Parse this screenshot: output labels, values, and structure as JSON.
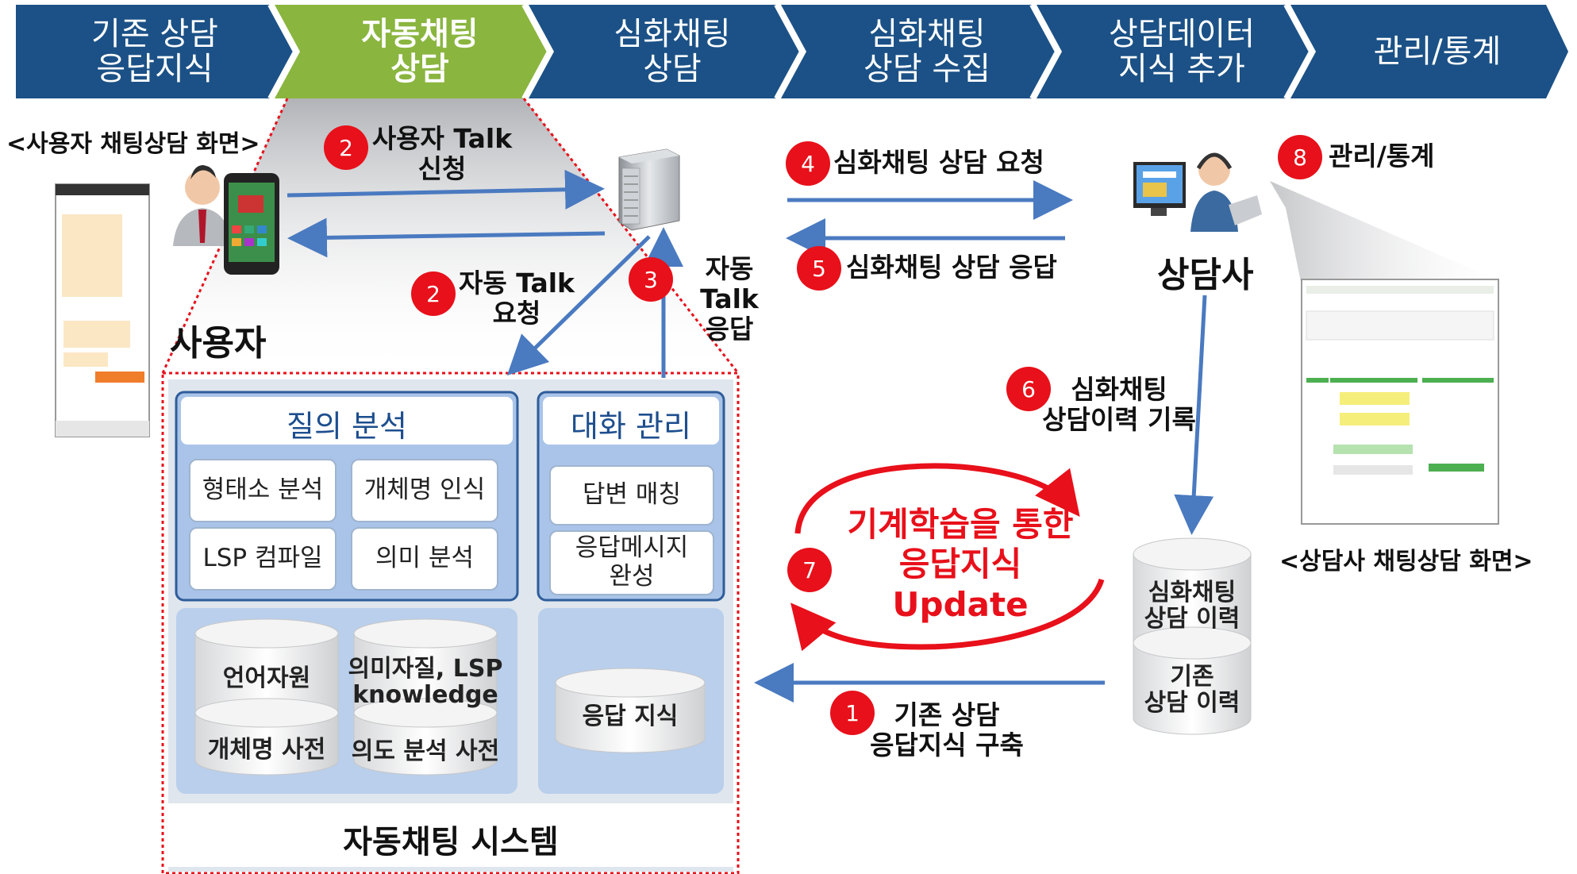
{
  "process_steps": [
    {
      "label": "기존 상담\n응답지식",
      "highlighted": false
    },
    {
      "label": "자동채팅\n상담",
      "highlighted": true
    },
    {
      "label": "심화채팅\n상담",
      "highlighted": false
    },
    {
      "label": "심화채팅\n상담 수집",
      "highlighted": false
    },
    {
      "label": "상담데이터\n지식 추가",
      "highlighted": false
    },
    {
      "label": "관리/통계",
      "highlighted": false
    }
  ],
  "colors": {
    "step_normal": "#1b5186",
    "step_highlight": "#8ab53f",
    "badge": "#e8101a",
    "arrow": "#4a7ac0",
    "panel": "#b9cfec",
    "outline_dotted": "#e8101a"
  },
  "captions": {
    "user_screen": "<사용자 채팅상담 화면>",
    "counselor_screen": "<상담사 채팅상담 화면>"
  },
  "actors": {
    "user": "사용자",
    "counselor": "상담사"
  },
  "flows": [
    {
      "num": "2",
      "text": "사용자 Talk\n신청"
    },
    {
      "num": "2",
      "text": "자동 Talk\n요청"
    },
    {
      "num": "3",
      "text": "자동 Talk\n응답"
    },
    {
      "num": "4",
      "text": "심화채팅 상담 요청"
    },
    {
      "num": "5",
      "text": "심화채팅 상담 응답"
    },
    {
      "num": "6",
      "text": "심화채팅\n상담이력 기록"
    },
    {
      "num": "1",
      "text": "기존 상담\n응답지식 구축"
    },
    {
      "num": "8",
      "text": "관리/통계"
    }
  ],
  "ml_update": {
    "num": "7",
    "line1": "기계학습을 통한",
    "line2": "응답지식",
    "line3": "Update"
  },
  "system": {
    "title": "자동채팅 시스템",
    "query_panel": {
      "title": "질의 분석",
      "modules": [
        "형태소 분석",
        "개체명 인식",
        "LSP 컴파일",
        "의미 분석"
      ]
    },
    "dialog_panel": {
      "title": "대화 관리",
      "modules": [
        "답변 매칭",
        "응답메시지\n완성"
      ]
    },
    "query_db": [
      "언어자원",
      "의미자질, LSP\nknowledge",
      "개체명 사전",
      "의도 분석 사전"
    ],
    "dialog_db": [
      "응답 지식"
    ]
  },
  "history_db": [
    "심화채팅\n상담 이력",
    "기존\n상담 이력"
  ],
  "icons": [
    "user-person-icon",
    "smartphone-icon",
    "server-icon",
    "counselor-headset-icon",
    "phone-screen-thumbnail-icon",
    "counselor-screen-thumbnail-icon"
  ]
}
